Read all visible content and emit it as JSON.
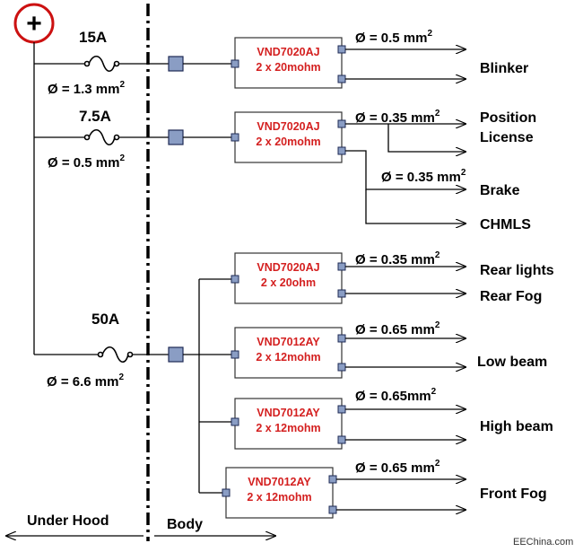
{
  "power_symbol": "+",
  "fuses": [
    {
      "rating": "15A",
      "wire": "Ø = 1.3 mm",
      "sup": "2"
    },
    {
      "rating": "7.5A",
      "wire": "Ø = 0.5 mm",
      "sup": "2"
    },
    {
      "rating": "50A",
      "wire": "Ø = 6.6 mm",
      "sup": "2"
    }
  ],
  "drivers": [
    {
      "part": "VND7020AJ",
      "spec": "2 x 20mohm"
    },
    {
      "part": "VND7020AJ",
      "spec": "2 x 20mohm"
    },
    {
      "part": "VND7020AJ",
      "spec": "2 x 20ohm"
    },
    {
      "part": "VND7012AY",
      "spec": "2 x 12mohm"
    },
    {
      "part": "VND7012AY",
      "spec": "2 x 12mohm"
    },
    {
      "part": "VND7012AY",
      "spec": "2 x 12mohm"
    }
  ],
  "wire_labels": [
    {
      "text": "Ø = 0.5 mm",
      "sup": "2"
    },
    {
      "text": "Ø = 0.35 mm",
      "sup": "2"
    },
    {
      "text": "Ø = 0.35 mm",
      "sup": "2"
    },
    {
      "text": "Ø = 0.35 mm",
      "sup": "2"
    },
    {
      "text": "Ø = 0.65 mm",
      "sup": "2"
    },
    {
      "text": "Ø = 0.65mm",
      "sup": "2"
    },
    {
      "text": "Ø = 0.65 mm",
      "sup": "2"
    }
  ],
  "loads": [
    "Blinker",
    "Position",
    "License",
    "Brake",
    "CHMLS",
    "Rear lights",
    "Rear Fog",
    "Low beam",
    "High beam",
    "Front Fog"
  ],
  "zones": {
    "left": "Under Hood",
    "right": "Body"
  },
  "watermark": "EEChina.com"
}
